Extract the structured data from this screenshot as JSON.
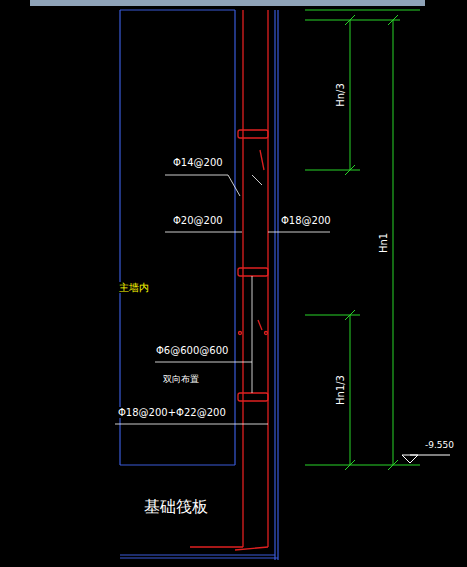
{
  "diagram": {
    "labels": [
      "Hn/3",
      "Hn1",
      "Hn1/3",
      "Φ14@200",
      "Φ20@200",
      "Φ18@200",
      "主墙内",
      "Φ6@600@600",
      "双向布置",
      "Φ18@200+Φ22@200",
      "基础筏板",
      "-9.550"
    ]
  }
}
